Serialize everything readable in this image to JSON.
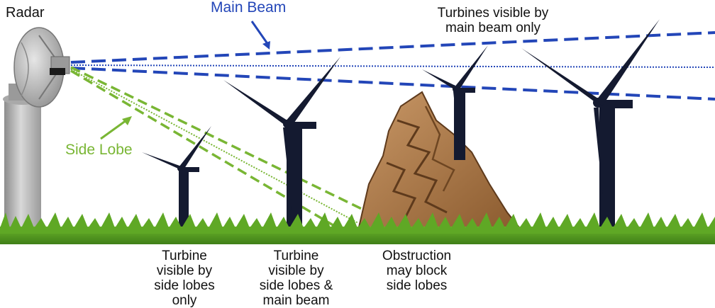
{
  "labels": {
    "radar": "Radar",
    "main_beam": "Main Beam",
    "side_lobe": "Side Lobe",
    "turbines_main": [
      "Turbines visible by",
      "main beam only"
    ],
    "turbine_side": [
      "Turbine",
      "visible by",
      "side lobes",
      "only"
    ],
    "turbine_both": [
      "Turbine",
      "visible by",
      "side lobes &",
      "main beam"
    ],
    "obstruction": [
      "Obstruction",
      "may block",
      "side lobes"
    ]
  },
  "colors": {
    "main_beam": "#2346b8",
    "side_lobe": "#79b634",
    "turbine": "#141a30",
    "rock": "#b07c4a",
    "grass": "#4e9a1e",
    "radar": "#b5b5b5"
  }
}
